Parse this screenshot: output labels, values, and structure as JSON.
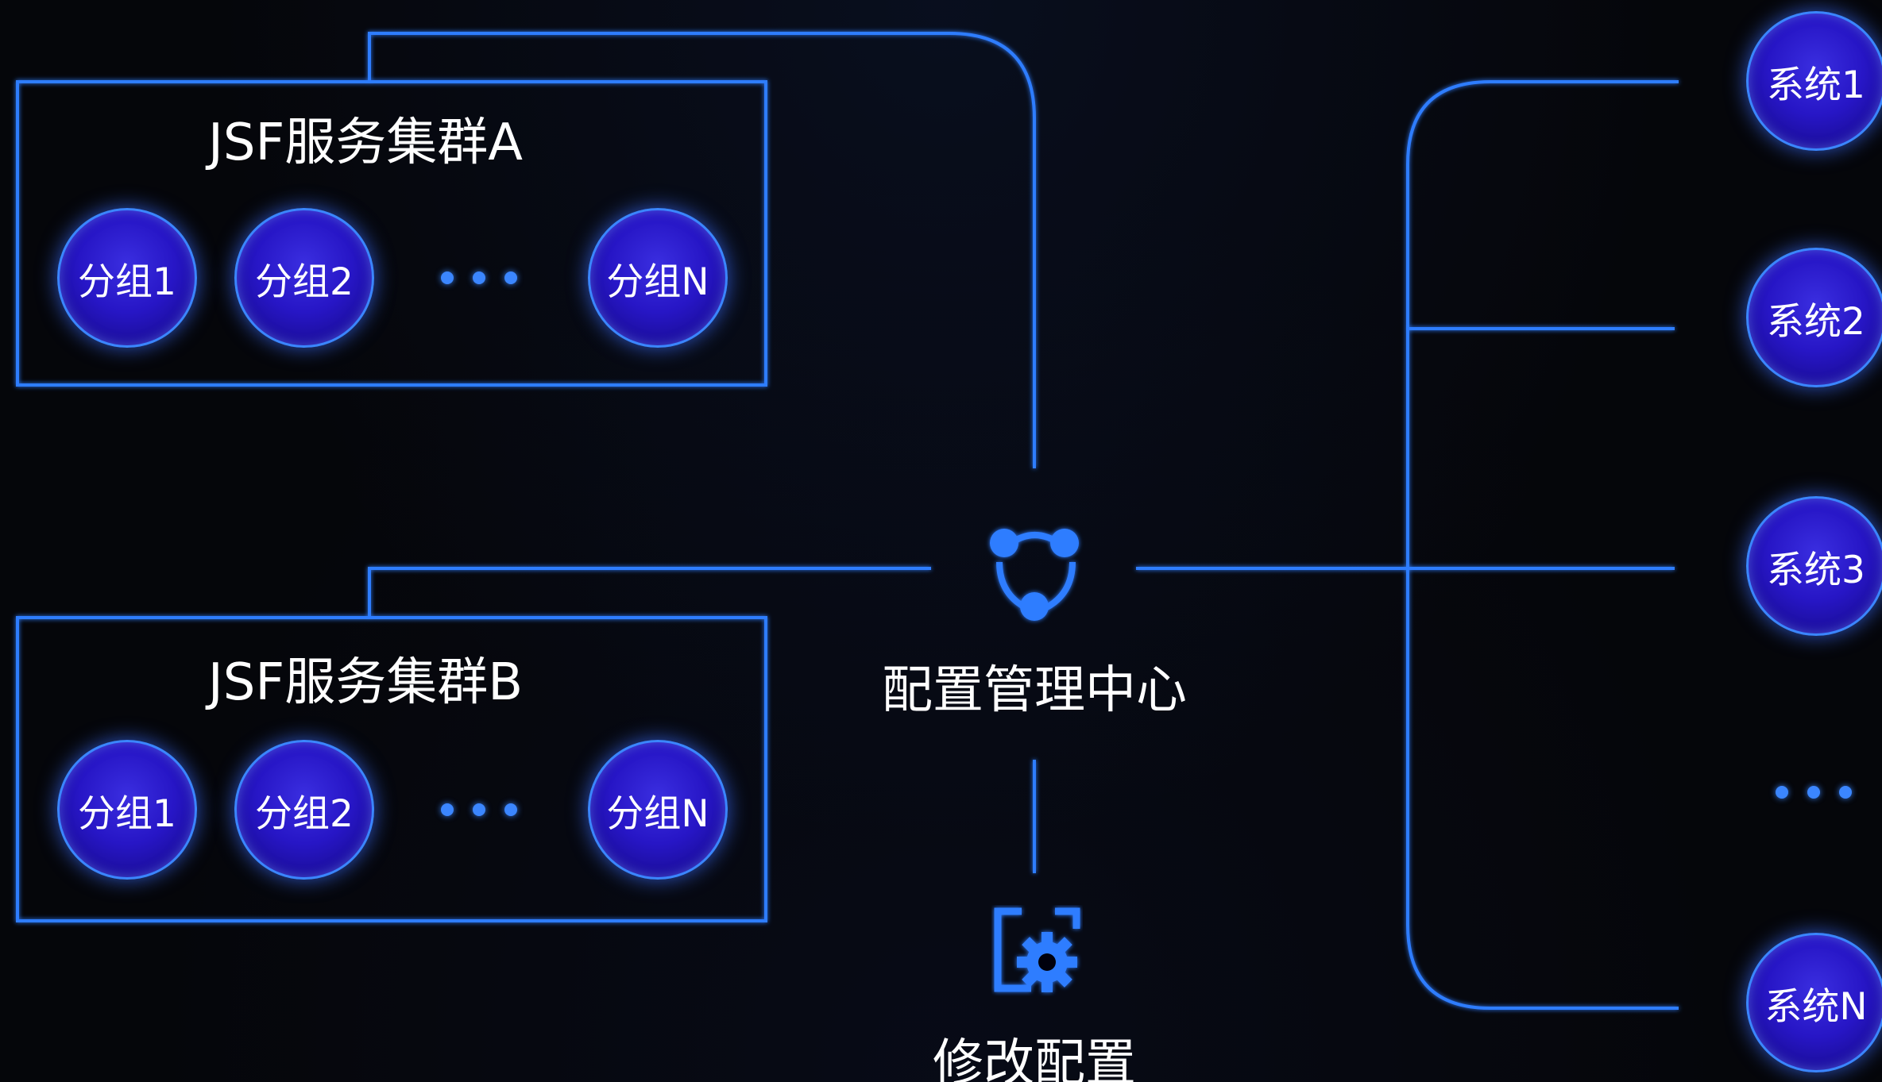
{
  "clusters": [
    {
      "title": "JSF服务集群A",
      "groups": [
        "分组1",
        "分组2",
        "分组N"
      ]
    },
    {
      "title": "JSF服务集群B",
      "groups": [
        "分组1",
        "分组2",
        "分组N"
      ]
    }
  ],
  "center": {
    "label": "配置管理中心",
    "icon": "share-network-icon"
  },
  "modify": {
    "label": "修改配置",
    "icon": "settings-gear-icon"
  },
  "systems": [
    "系统1",
    "系统2",
    "系统3",
    "系统N"
  ],
  "colors": {
    "background": "#05060a",
    "line": "#2f7dff",
    "node_fill": "#2716c6",
    "node_border": "#3b86ff",
    "text": "#ffffff"
  }
}
